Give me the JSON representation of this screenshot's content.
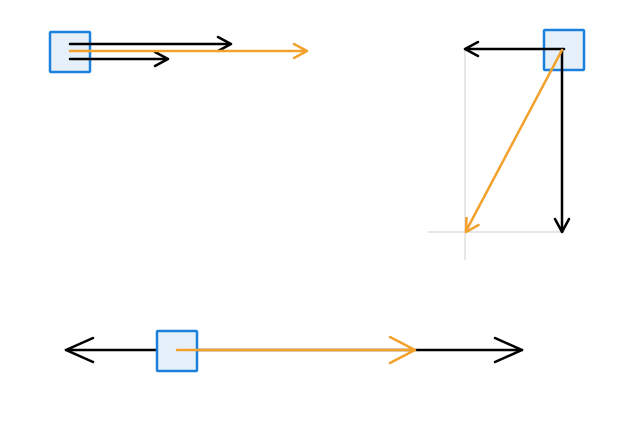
{
  "colors": {
    "background": "#ffffff",
    "body_fill": "#e6f0fb",
    "body_stroke": "#1c7fdb",
    "component_vector": "#000000",
    "resultant_vector": "#f3a12d",
    "guide_line": "#cfcfcf"
  },
  "panels": [
    {
      "id": "same-direction",
      "description_shapes": [
        "body",
        "component-vector",
        "component-vector",
        "resultant-vector"
      ]
    },
    {
      "id": "perpendicular",
      "description_shapes": [
        "body",
        "component-vector",
        "component-vector",
        "resultant-vector",
        "guide-lines"
      ]
    },
    {
      "id": "opposite-direction",
      "description_shapes": [
        "body",
        "component-vector",
        "component-vector",
        "resultant-vector"
      ]
    }
  ]
}
